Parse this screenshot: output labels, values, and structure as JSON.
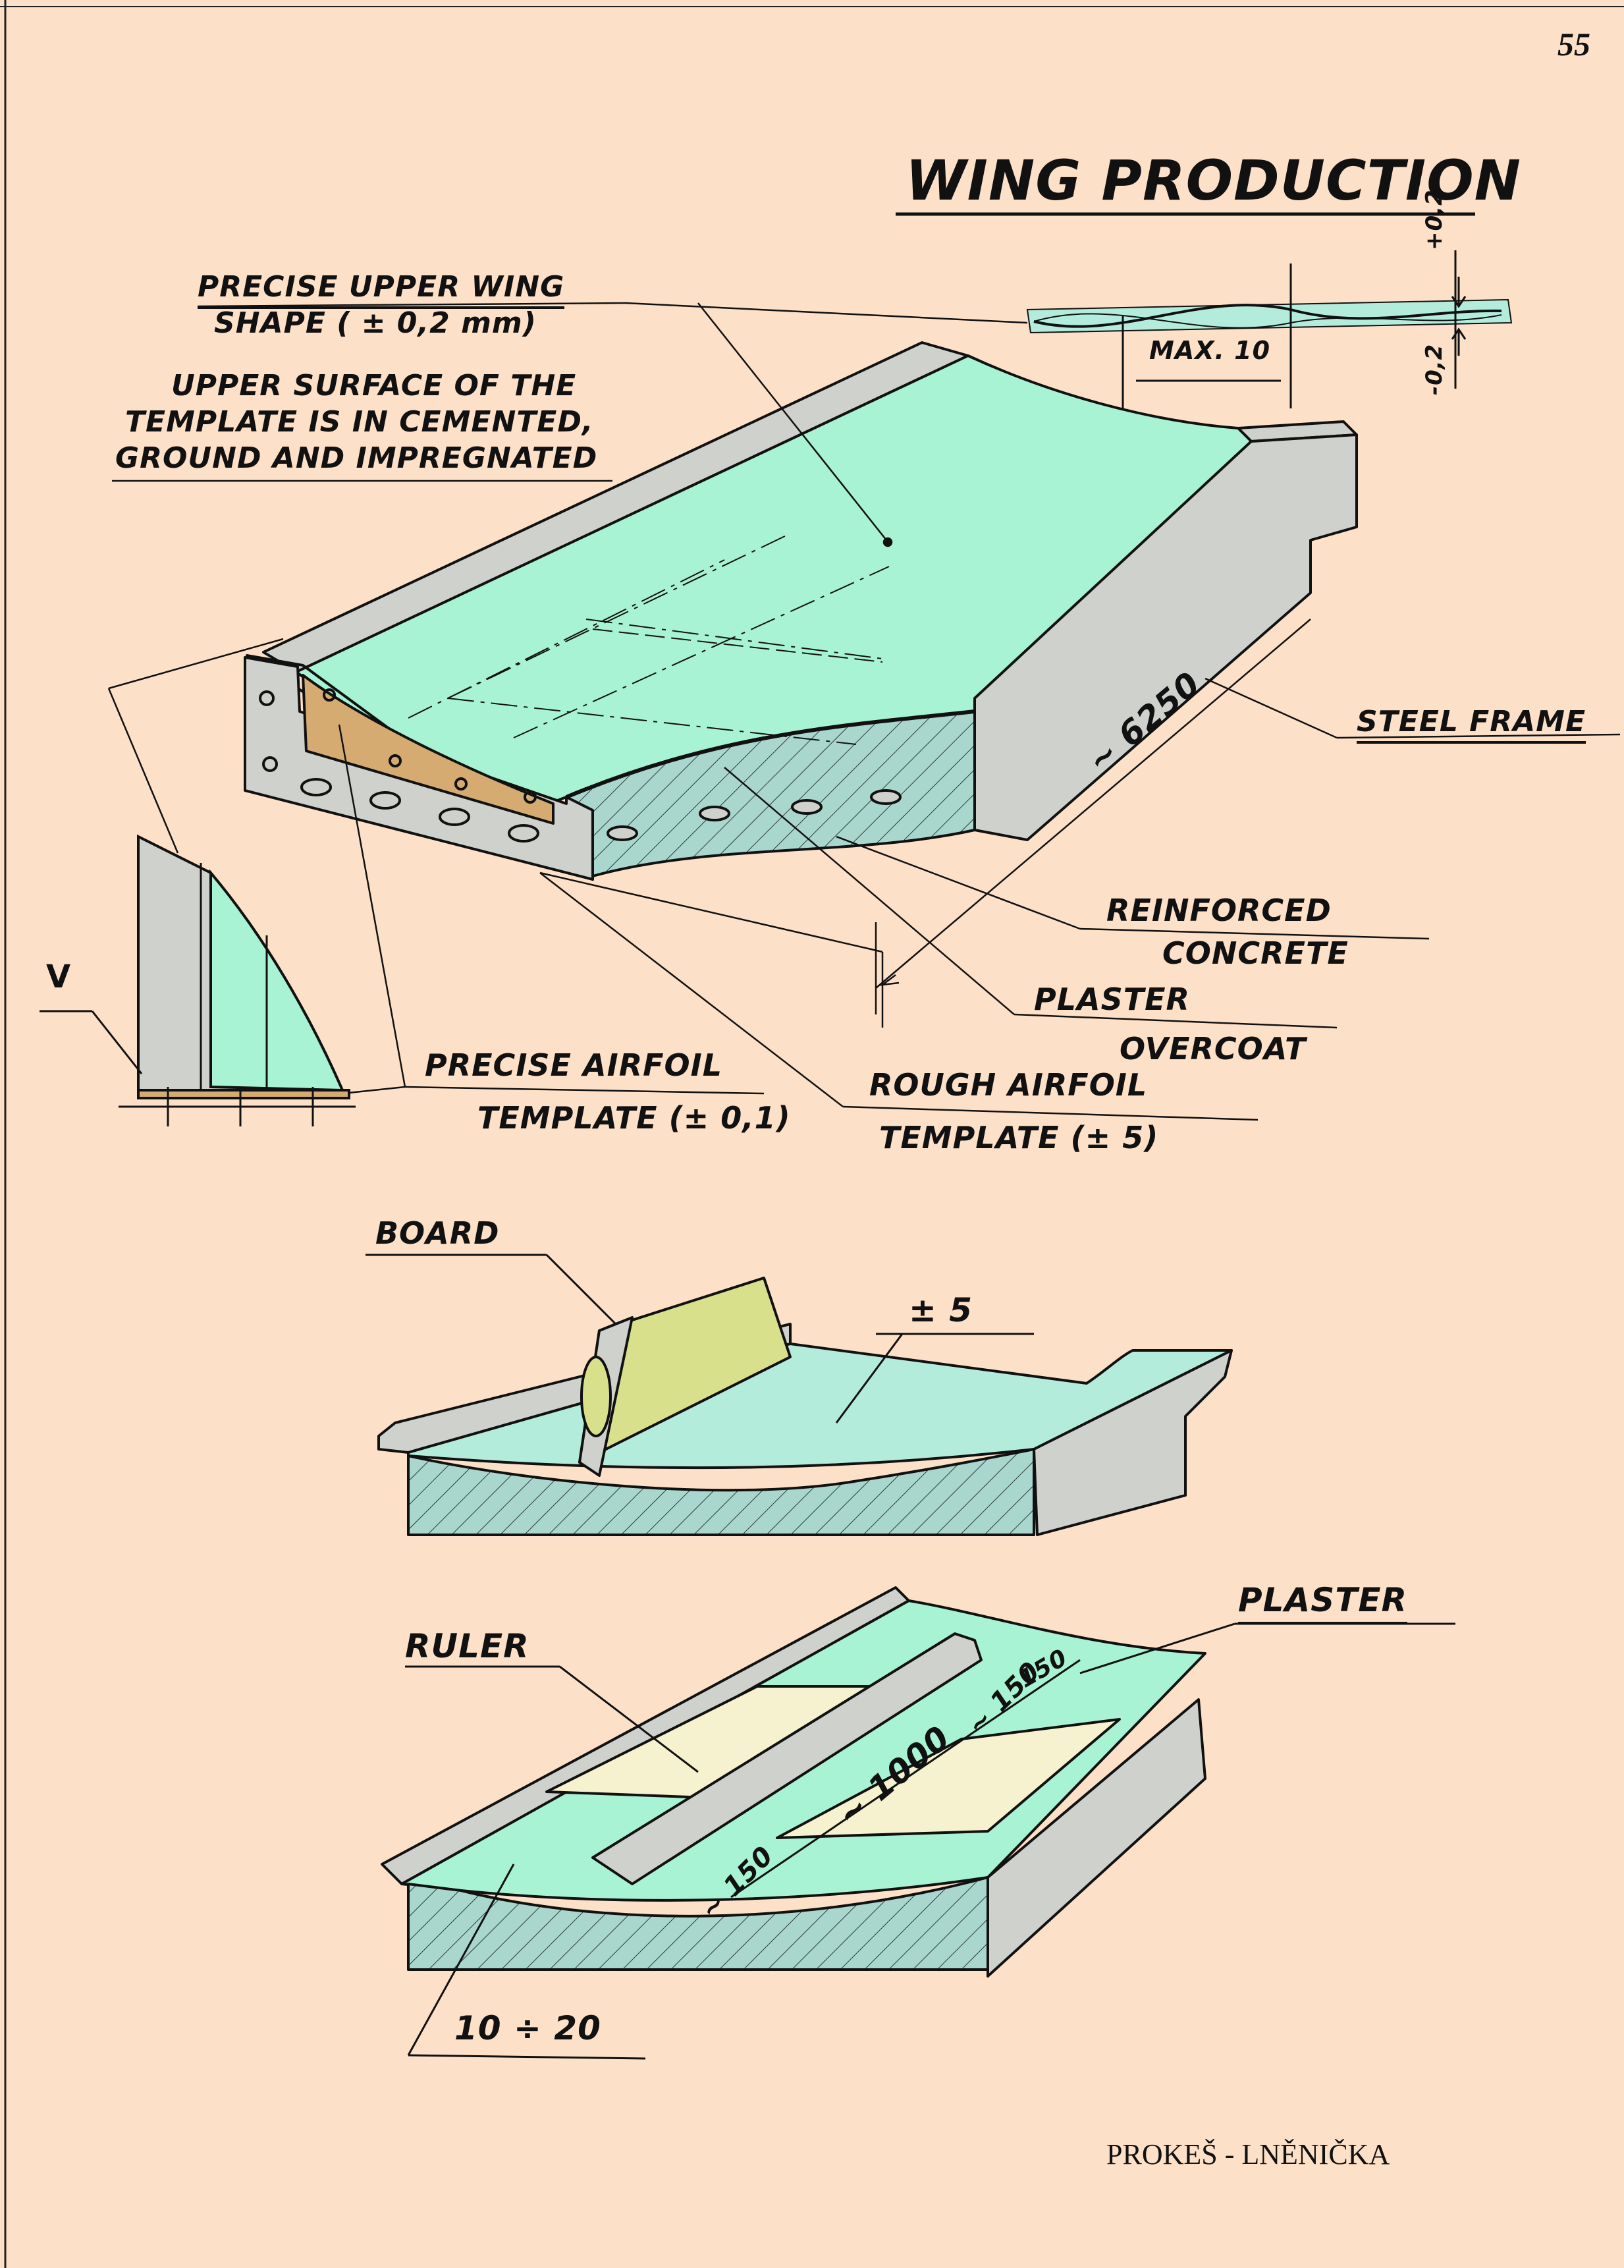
{
  "page_number": "55",
  "title": "WING PRODUCTION",
  "credit": "PROKEŠ - LNĚNIČKA",
  "labels": {
    "precise_shape_1": "PRECISE UPPER WING",
    "precise_shape_2": "SHAPE  ( ± 0,2 mm)",
    "upper_surface_1": "UPPER SURFACE OF THE",
    "upper_surface_2": "TEMPLATE IS IN CEMENTED,",
    "upper_surface_3": "GROUND AND IMPREGNATED",
    "steel_frame": "STEEL FRAME",
    "reinforced_1": "REINFORCED",
    "reinforced_2": "CONCRETE",
    "plaster_overcoat_1": "PLASTER",
    "plaster_overcoat_2": "OVERCOAT",
    "rough_1": "ROUGH AIRFOIL",
    "rough_2": "TEMPLATE (± 5)",
    "precise_airfoil_1": "PRECISE AIRFOIL",
    "precise_airfoil_2": "TEMPLATE (± 0,1)",
    "board": "BOARD",
    "tol_5": "± 5",
    "plaster": "PLASTER",
    "ruler": "RULER",
    "thickness": "10 ÷ 20"
  },
  "dimensions": {
    "length": "~ 6250",
    "max": "MAX. 10",
    "plus": "+0,2",
    "minus": "-0,2",
    "d1000": "~ 1000",
    "d150a": "~ 150",
    "d150b": "~ 150",
    "d150c": "150",
    "v_mark": "V"
  },
  "colors": {
    "background": "#fde0c8",
    "mint": "#a8f3d3",
    "mint_light": "#b4ecdc",
    "steel_grey": "#cfd1cd",
    "concrete": "#a9d7cd",
    "template_wood": "#d6ab72",
    "board_yellow": "#d8e08c",
    "plaster_cream": "#f6f2cf"
  }
}
